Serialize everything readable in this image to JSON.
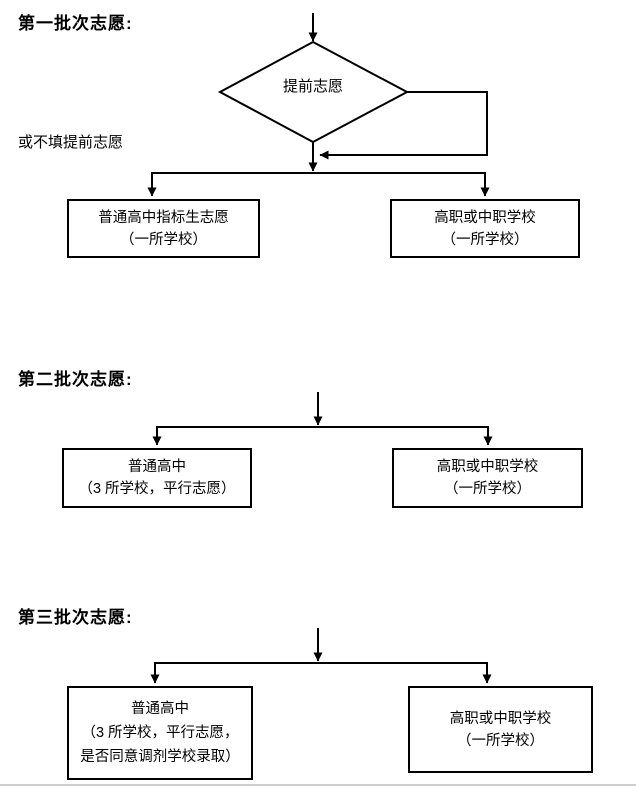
{
  "page": {
    "background": "#ffffff",
    "line_color": "#000000",
    "divider_color": "#cfcfcf"
  },
  "batch1": {
    "label": "第一批次志愿:",
    "side_note": "或不填提前志愿",
    "decision_label": "提前志愿",
    "left_box": {
      "line1": "普通高中指标生志愿",
      "line2": "（一所学校）"
    },
    "right_box": {
      "line1": "高职或中职学校",
      "line2": "（一所学校）"
    }
  },
  "batch2": {
    "label": "第二批次志愿:",
    "left_box": {
      "line1": "普通高中",
      "line2": "（3 所学校，平行志愿）"
    },
    "right_box": {
      "line1": "高职或中职学校",
      "line2": "（一所学校）"
    }
  },
  "batch3": {
    "label": "第三批次志愿:",
    "left_box": {
      "line1": "普通高中",
      "line2": "（3 所学校，平行志愿，",
      "line3": "是否同意调剂学校录取）"
    },
    "right_box": {
      "line1": "高职或中职学校",
      "line2": "（一所学校）"
    }
  }
}
